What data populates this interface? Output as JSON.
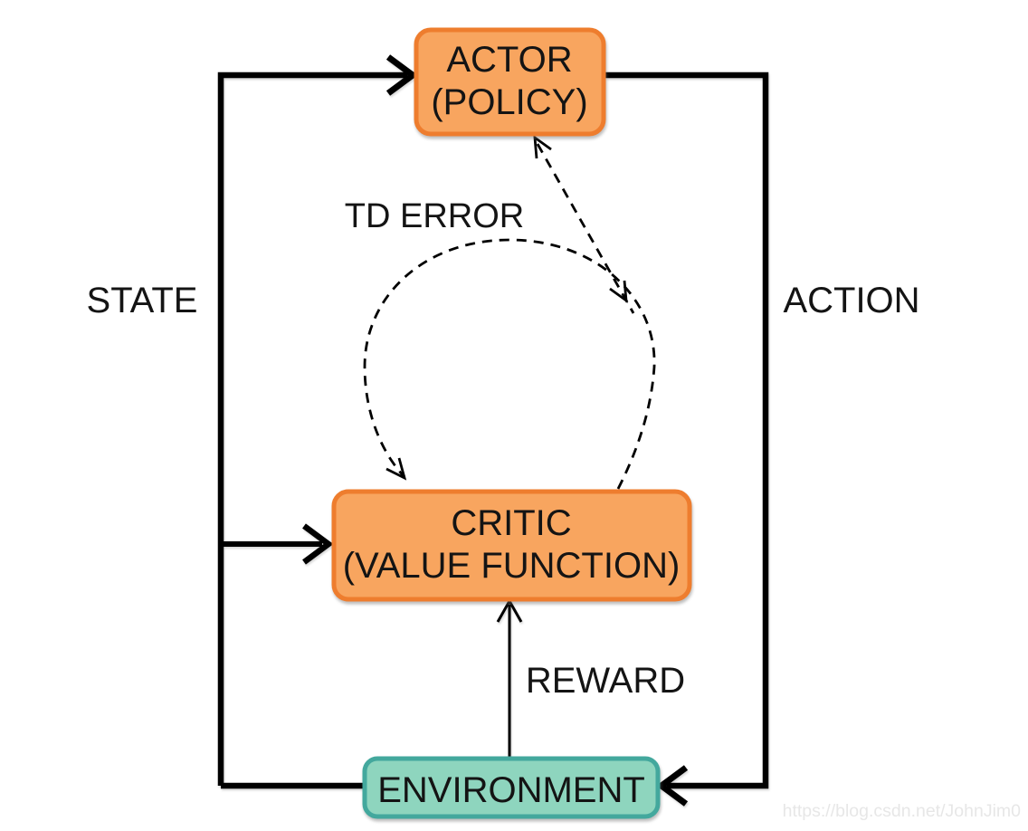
{
  "diagram": {
    "nodes": {
      "actor": {
        "line1": "ACTOR",
        "line2": "(POLICY)",
        "fill": "#F8A55F",
        "border": "#EE7D2E"
      },
      "critic": {
        "line1": "CRITIC",
        "line2": "(VALUE FUNCTION)",
        "fill": "#F8A55F",
        "border": "#EE7D2E"
      },
      "environment": {
        "label": "ENVIRONMENT",
        "fill": "#8ED5BE",
        "border": "#43A89D"
      }
    },
    "labels": {
      "state": "STATE",
      "action": "ACTION",
      "reward": "REWARD",
      "td_error": "TD ERROR"
    },
    "colors": {
      "line": "#000000",
      "text": "#141414",
      "background": "#FFFFFF",
      "watermark_color": "#E7E7E7"
    },
    "watermark": "https://blog.csdn.net/JohnJim0"
  }
}
